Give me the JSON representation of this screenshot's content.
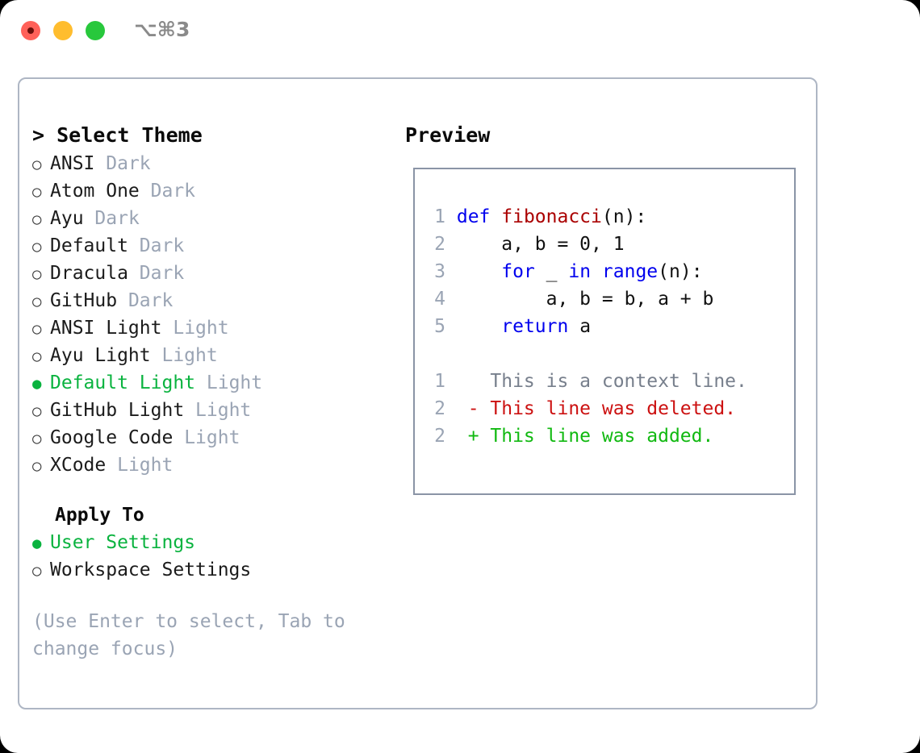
{
  "window": {
    "title": "⌥⌘3",
    "traffic_lights": [
      "close",
      "minimize",
      "maximize"
    ]
  },
  "colors": {
    "accent_green": "#0ab33f",
    "muted_gray": "#9aa4b4",
    "panel_border": "#aeb6c4",
    "preview_border": "#8a94a6",
    "keyword_blue": "#0000ee",
    "function_red": "#aa0000",
    "diff_add": "#11b911",
    "diff_del": "#cc1111"
  },
  "theme_panel": {
    "header": "Select Theme",
    "prompt": ">",
    "items": [
      {
        "name": "ANSI",
        "kind": "Dark",
        "selected": false
      },
      {
        "name": "Atom One",
        "kind": "Dark",
        "selected": false
      },
      {
        "name": "Ayu",
        "kind": "Dark",
        "selected": false
      },
      {
        "name": "Default",
        "kind": "Dark",
        "selected": false
      },
      {
        "name": "Dracula",
        "kind": "Dark",
        "selected": false
      },
      {
        "name": "GitHub",
        "kind": "Dark",
        "selected": false
      },
      {
        "name": "ANSI Light",
        "kind": "Light",
        "selected": false
      },
      {
        "name": "Ayu Light",
        "kind": "Light",
        "selected": false
      },
      {
        "name": "Default Light",
        "kind": "Light",
        "selected": true
      },
      {
        "name": "GitHub Light",
        "kind": "Light",
        "selected": false
      },
      {
        "name": "Google Code",
        "kind": "Light",
        "selected": false
      },
      {
        "name": "XCode",
        "kind": "Light",
        "selected": false
      }
    ]
  },
  "apply_to": {
    "header": "Apply To",
    "options": [
      {
        "label": "User Settings",
        "selected": true
      },
      {
        "label": "Workspace Settings",
        "selected": false
      }
    ]
  },
  "hint": "(Use Enter to select, Tab to change focus)",
  "preview": {
    "title": "Preview",
    "code_lines": [
      {
        "number": "1",
        "tokens": [
          {
            "t": "def ",
            "c": "kw"
          },
          {
            "t": "fibonacci",
            "c": "fn"
          },
          {
            "t": "(n):",
            "c": "pl"
          }
        ]
      },
      {
        "number": "2",
        "tokens": [
          {
            "t": "    a, b = 0, 1",
            "c": "pl"
          }
        ]
      },
      {
        "number": "3",
        "tokens": [
          {
            "t": "    ",
            "c": "pl"
          },
          {
            "t": "for",
            "c": "kw"
          },
          {
            "t": " _ ",
            "c": "pl"
          },
          {
            "t": "in",
            "c": "kw"
          },
          {
            "t": " ",
            "c": "pl"
          },
          {
            "t": "range",
            "c": "kw"
          },
          {
            "t": "(n):",
            "c": "pl"
          }
        ]
      },
      {
        "number": "4",
        "tokens": [
          {
            "t": "        a, b = b, a + b",
            "c": "pl"
          }
        ]
      },
      {
        "number": "5",
        "tokens": [
          {
            "t": "    ",
            "c": "pl"
          },
          {
            "t": "return",
            "c": "kw"
          },
          {
            "t": " a",
            "c": "pl"
          }
        ]
      }
    ],
    "diff_lines": [
      {
        "number": "1",
        "marker": " ",
        "text": "This is a context line.",
        "kind": "ctx"
      },
      {
        "number": "2",
        "marker": "-",
        "text": "This line was deleted.",
        "kind": "del"
      },
      {
        "number": "2",
        "marker": "+",
        "text": "This line was added.",
        "kind": "add"
      }
    ]
  }
}
